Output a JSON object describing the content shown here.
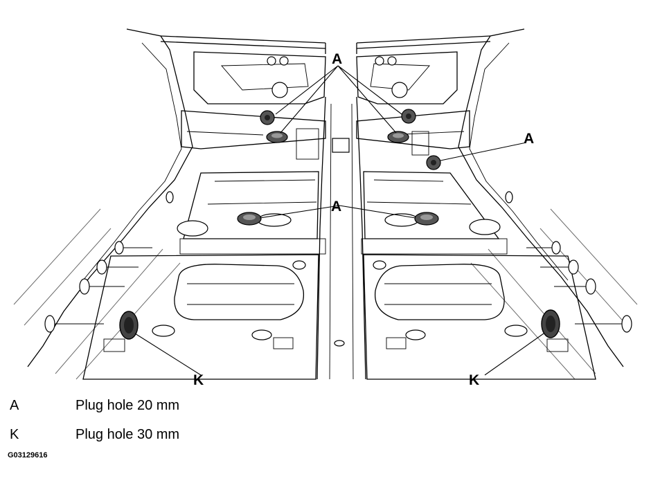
{
  "diagram": {
    "callouts": {
      "top_a": "A",
      "right_a": "A",
      "center_a": "A",
      "left_k": "K",
      "right_k": "K"
    }
  },
  "legend": [
    {
      "key": "A",
      "description": "Plug hole 20 mm"
    },
    {
      "key": "K",
      "description": "Plug hole 30 mm"
    }
  ],
  "figure_id": "G03129616"
}
